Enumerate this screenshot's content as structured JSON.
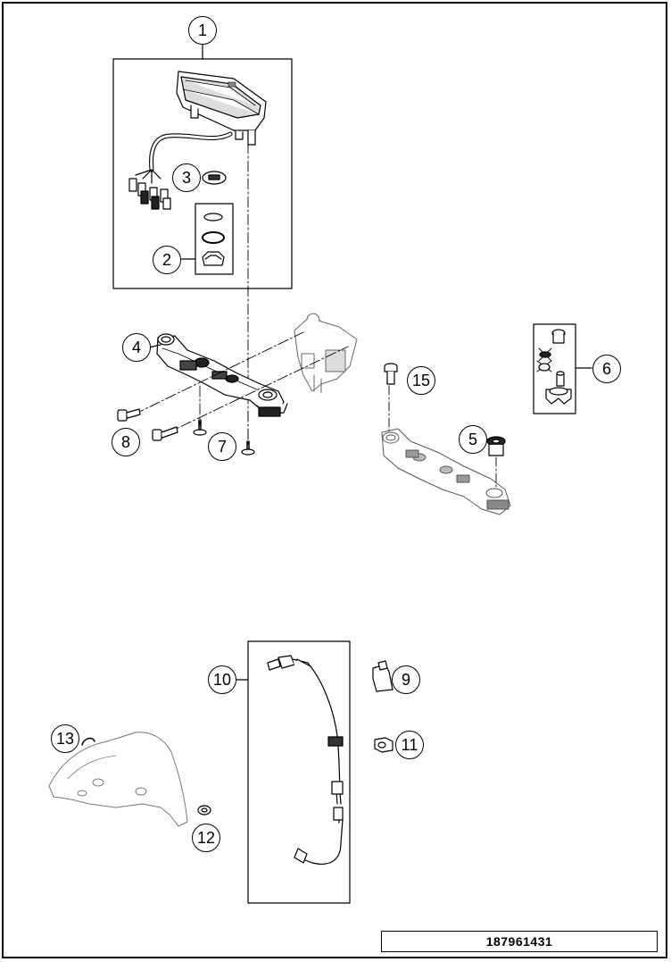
{
  "document_number": "187961431",
  "callouts": {
    "c1": "1",
    "c2": "2",
    "c3": "3",
    "c4": "4",
    "c5": "5",
    "c6": "6",
    "c7": "7",
    "c8": "8",
    "c9": "9",
    "c10": "10",
    "c11": "11",
    "c12": "12",
    "c13": "13",
    "c15": "15"
  }
}
